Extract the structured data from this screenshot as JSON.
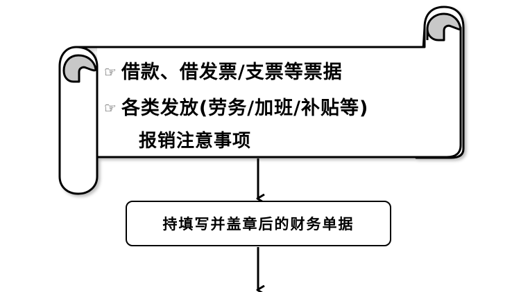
{
  "scroll": {
    "line1": "借款、借发票/支票等票据",
    "line2": "各类发放(劳务/加班/补贴等)",
    "line3": "报销注意事项",
    "bullet_icon": "pointing-hand-icon",
    "bullet_glyph": "☞"
  },
  "flow": {
    "box_label": "持填写并盖章后的财务单据"
  },
  "colors": {
    "stroke": "#000000",
    "curl_fill": "#c8c8c8",
    "background": "#ffffff"
  }
}
